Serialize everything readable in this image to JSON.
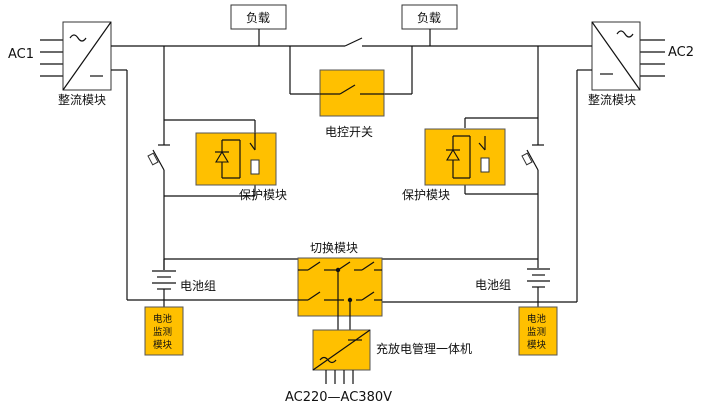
{
  "left_ac": "AC1",
  "right_ac": "AC2",
  "load_left": "负载",
  "load_right": "负载",
  "rectifier_left": "整流模块",
  "rectifier_right": "整流模块",
  "electric_switch": "电控开关",
  "protection_left": "保护模块",
  "protection_right": "保护模块",
  "switch_module": "切换模块",
  "battery_left": "电池组",
  "battery_right": "电池组",
  "monitor_left": [
    "电池",
    "监测",
    "模块"
  ],
  "monitor_right": [
    "电池",
    "监测",
    "模块"
  ],
  "charger": "充放电管理一体机",
  "ac_input": "AC220—AC380V",
  "colors": {
    "module_fill": "#FFC000",
    "line": "#111111"
  }
}
